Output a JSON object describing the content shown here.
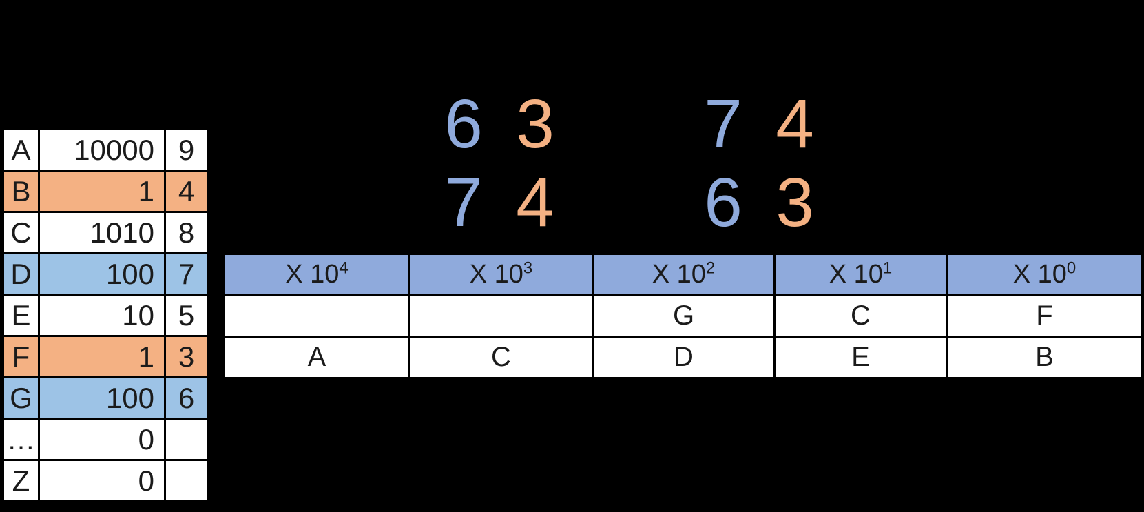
{
  "colors": {
    "background": "#000000",
    "highlight_orange": "#F4B183",
    "highlight_blue": "#9DC3E6",
    "header_blue": "#8FAADC",
    "digit_blue": "#8FAADC",
    "digit_orange": "#F4B183"
  },
  "symbol_table": {
    "rows": [
      {
        "name": "A",
        "value": "10000",
        "digit": "9",
        "highlight": "none"
      },
      {
        "name": "B",
        "value": "1",
        "digit": "4",
        "highlight": "orange"
      },
      {
        "name": "C",
        "value": "1010",
        "digit": "8",
        "highlight": "none"
      },
      {
        "name": "D",
        "value": "100",
        "digit": "7",
        "highlight": "blue"
      },
      {
        "name": "E",
        "value": "10",
        "digit": "5",
        "highlight": "none"
      },
      {
        "name": "F",
        "value": "1",
        "digit": "3",
        "highlight": "orange"
      },
      {
        "name": "G",
        "value": "100",
        "digit": "6",
        "highlight": "blue"
      },
      {
        "name": "…",
        "value": "0",
        "digit": "",
        "highlight": "none"
      },
      {
        "name": "Z",
        "value": "0",
        "digit": "",
        "highlight": "none"
      }
    ]
  },
  "digit_pairs": {
    "left": {
      "row1": [
        {
          "value": "6",
          "color": "blue"
        },
        {
          "value": "3",
          "color": "orange"
        }
      ],
      "row2": [
        {
          "value": "7",
          "color": "blue"
        },
        {
          "value": "4",
          "color": "orange"
        }
      ]
    },
    "right": {
      "row1": [
        {
          "value": "7",
          "color": "blue"
        },
        {
          "value": "4",
          "color": "orange"
        }
      ],
      "row2": [
        {
          "value": "6",
          "color": "blue"
        },
        {
          "value": "3",
          "color": "orange"
        }
      ]
    }
  },
  "place_value_table": {
    "headers": [
      {
        "base": "X 10",
        "sup": "4"
      },
      {
        "base": "X 10",
        "sup": "3"
      },
      {
        "base": "X 10",
        "sup": "2"
      },
      {
        "base": "X 10",
        "sup": "1"
      },
      {
        "base": "X 10",
        "sup": "0"
      }
    ],
    "rows": [
      [
        "",
        "",
        "G",
        "C",
        "F"
      ],
      [
        "A",
        "C",
        "D",
        "E",
        "B"
      ]
    ]
  }
}
